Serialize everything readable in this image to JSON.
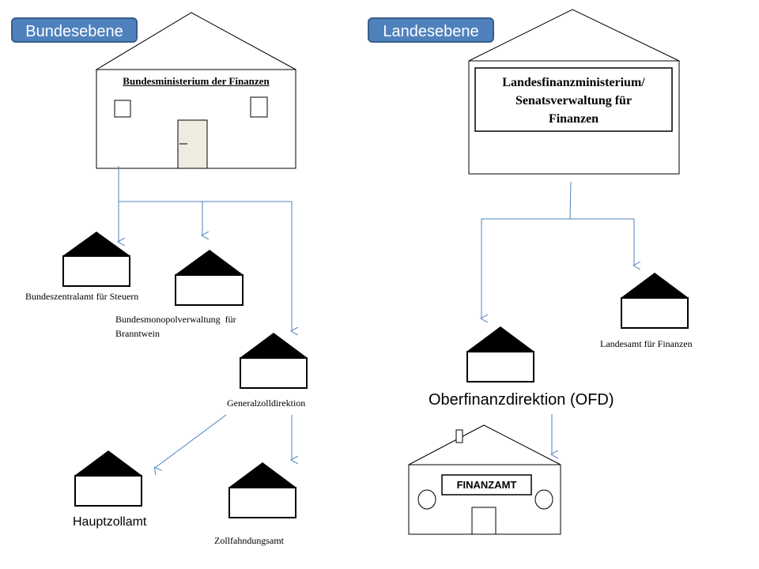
{
  "levels": {
    "federal": "Bundesebene",
    "state": "Landesebene"
  },
  "federal": {
    "ministry": "Bundesministerium der Finanzen",
    "authorities": {
      "bzst": "Bundeszentralamt für Steuern",
      "monopoly_line1": "Bundesmonopolverwaltung  für",
      "monopoly_line2": "Branntwein",
      "gzd": "Generalzolldirektion",
      "hza": "Hauptzollamt",
      "zfa": "Zollfahndungsamt"
    }
  },
  "state": {
    "ministry_line1": "Landesfinanzministerium/",
    "ministry_line2": "Senatsverwaltung für",
    "ministry_line3": "Finanzen",
    "authorities": {
      "lff": "Landesamt für Finanzen",
      "ofd": "Oberfinanzdirektion (OFD)",
      "finanzamt": "FINANZAMT"
    }
  },
  "colors": {
    "arrow": "#4f81bd",
    "badge": "#4f81bd",
    "door": "#eeece1"
  }
}
